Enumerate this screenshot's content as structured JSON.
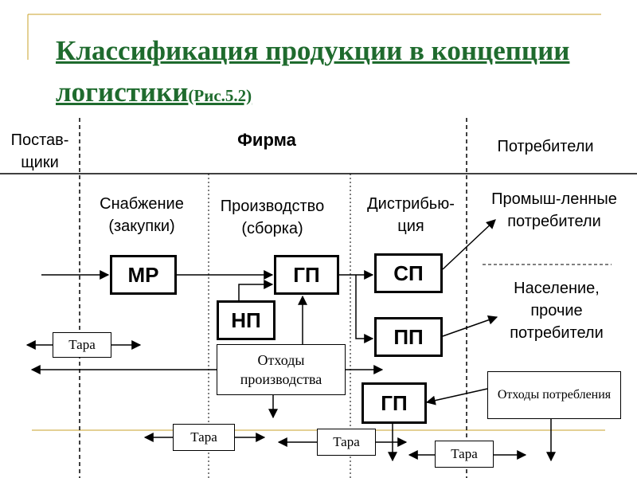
{
  "title": {
    "main": "Классификация продукции в концепции логистики",
    "ref": "(Рис.5.2)"
  },
  "columns": {
    "suppliers": "Постав-щики",
    "firm": "Фирма",
    "consumers": "Потребители"
  },
  "stages": {
    "supply": "Снабжение (закупки)",
    "production": "Производство (сборка)",
    "distribution": "Дистрибью-ция"
  },
  "consumer_types": {
    "industrial": "Промыш-ленные потребители",
    "population": "Население, прочие потребители"
  },
  "boxes": {
    "mr": "МР",
    "gp_production": "ГП",
    "np": "НП",
    "sp": "СП",
    "pp": "ПП",
    "gp_returns": "ГП",
    "production_waste": "Отходы производства",
    "consumption_waste": "Отходы потребления"
  },
  "packaging": {
    "label": "Тара"
  },
  "colors": {
    "title": "#1f6b2e",
    "accent_gold": "#c8a22a",
    "line": "#000000"
  }
}
